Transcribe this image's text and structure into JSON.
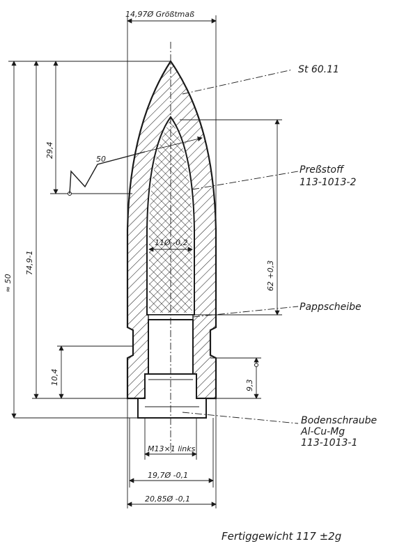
{
  "dimensions": {
    "overall_diameter": "14,97Ø Größtmaß",
    "total_length": "≈ 50",
    "body_length": "74,9-1",
    "ogive_height": "29,4",
    "ogive_radius": "50",
    "core_diameter": "11Ø -0,2",
    "core_length": "62 +0,3",
    "base_height_left": "10,4",
    "base_height_right": "9,3",
    "thread": "M13×1 links",
    "diameter_inner": "19,7Ø -0,1",
    "diameter_outer": "20,85Ø -0,1"
  },
  "callouts": {
    "steel": "St 60.11",
    "filler_name": "Preßstoff",
    "filler_code": "113-1013-2",
    "disc": "Pappscheibe",
    "screw_name": "Bodenschraube",
    "screw_material": "Al-Cu-Mg",
    "screw_code": "113-1013-1"
  },
  "note": "Fertiggewicht 117 ±2g"
}
